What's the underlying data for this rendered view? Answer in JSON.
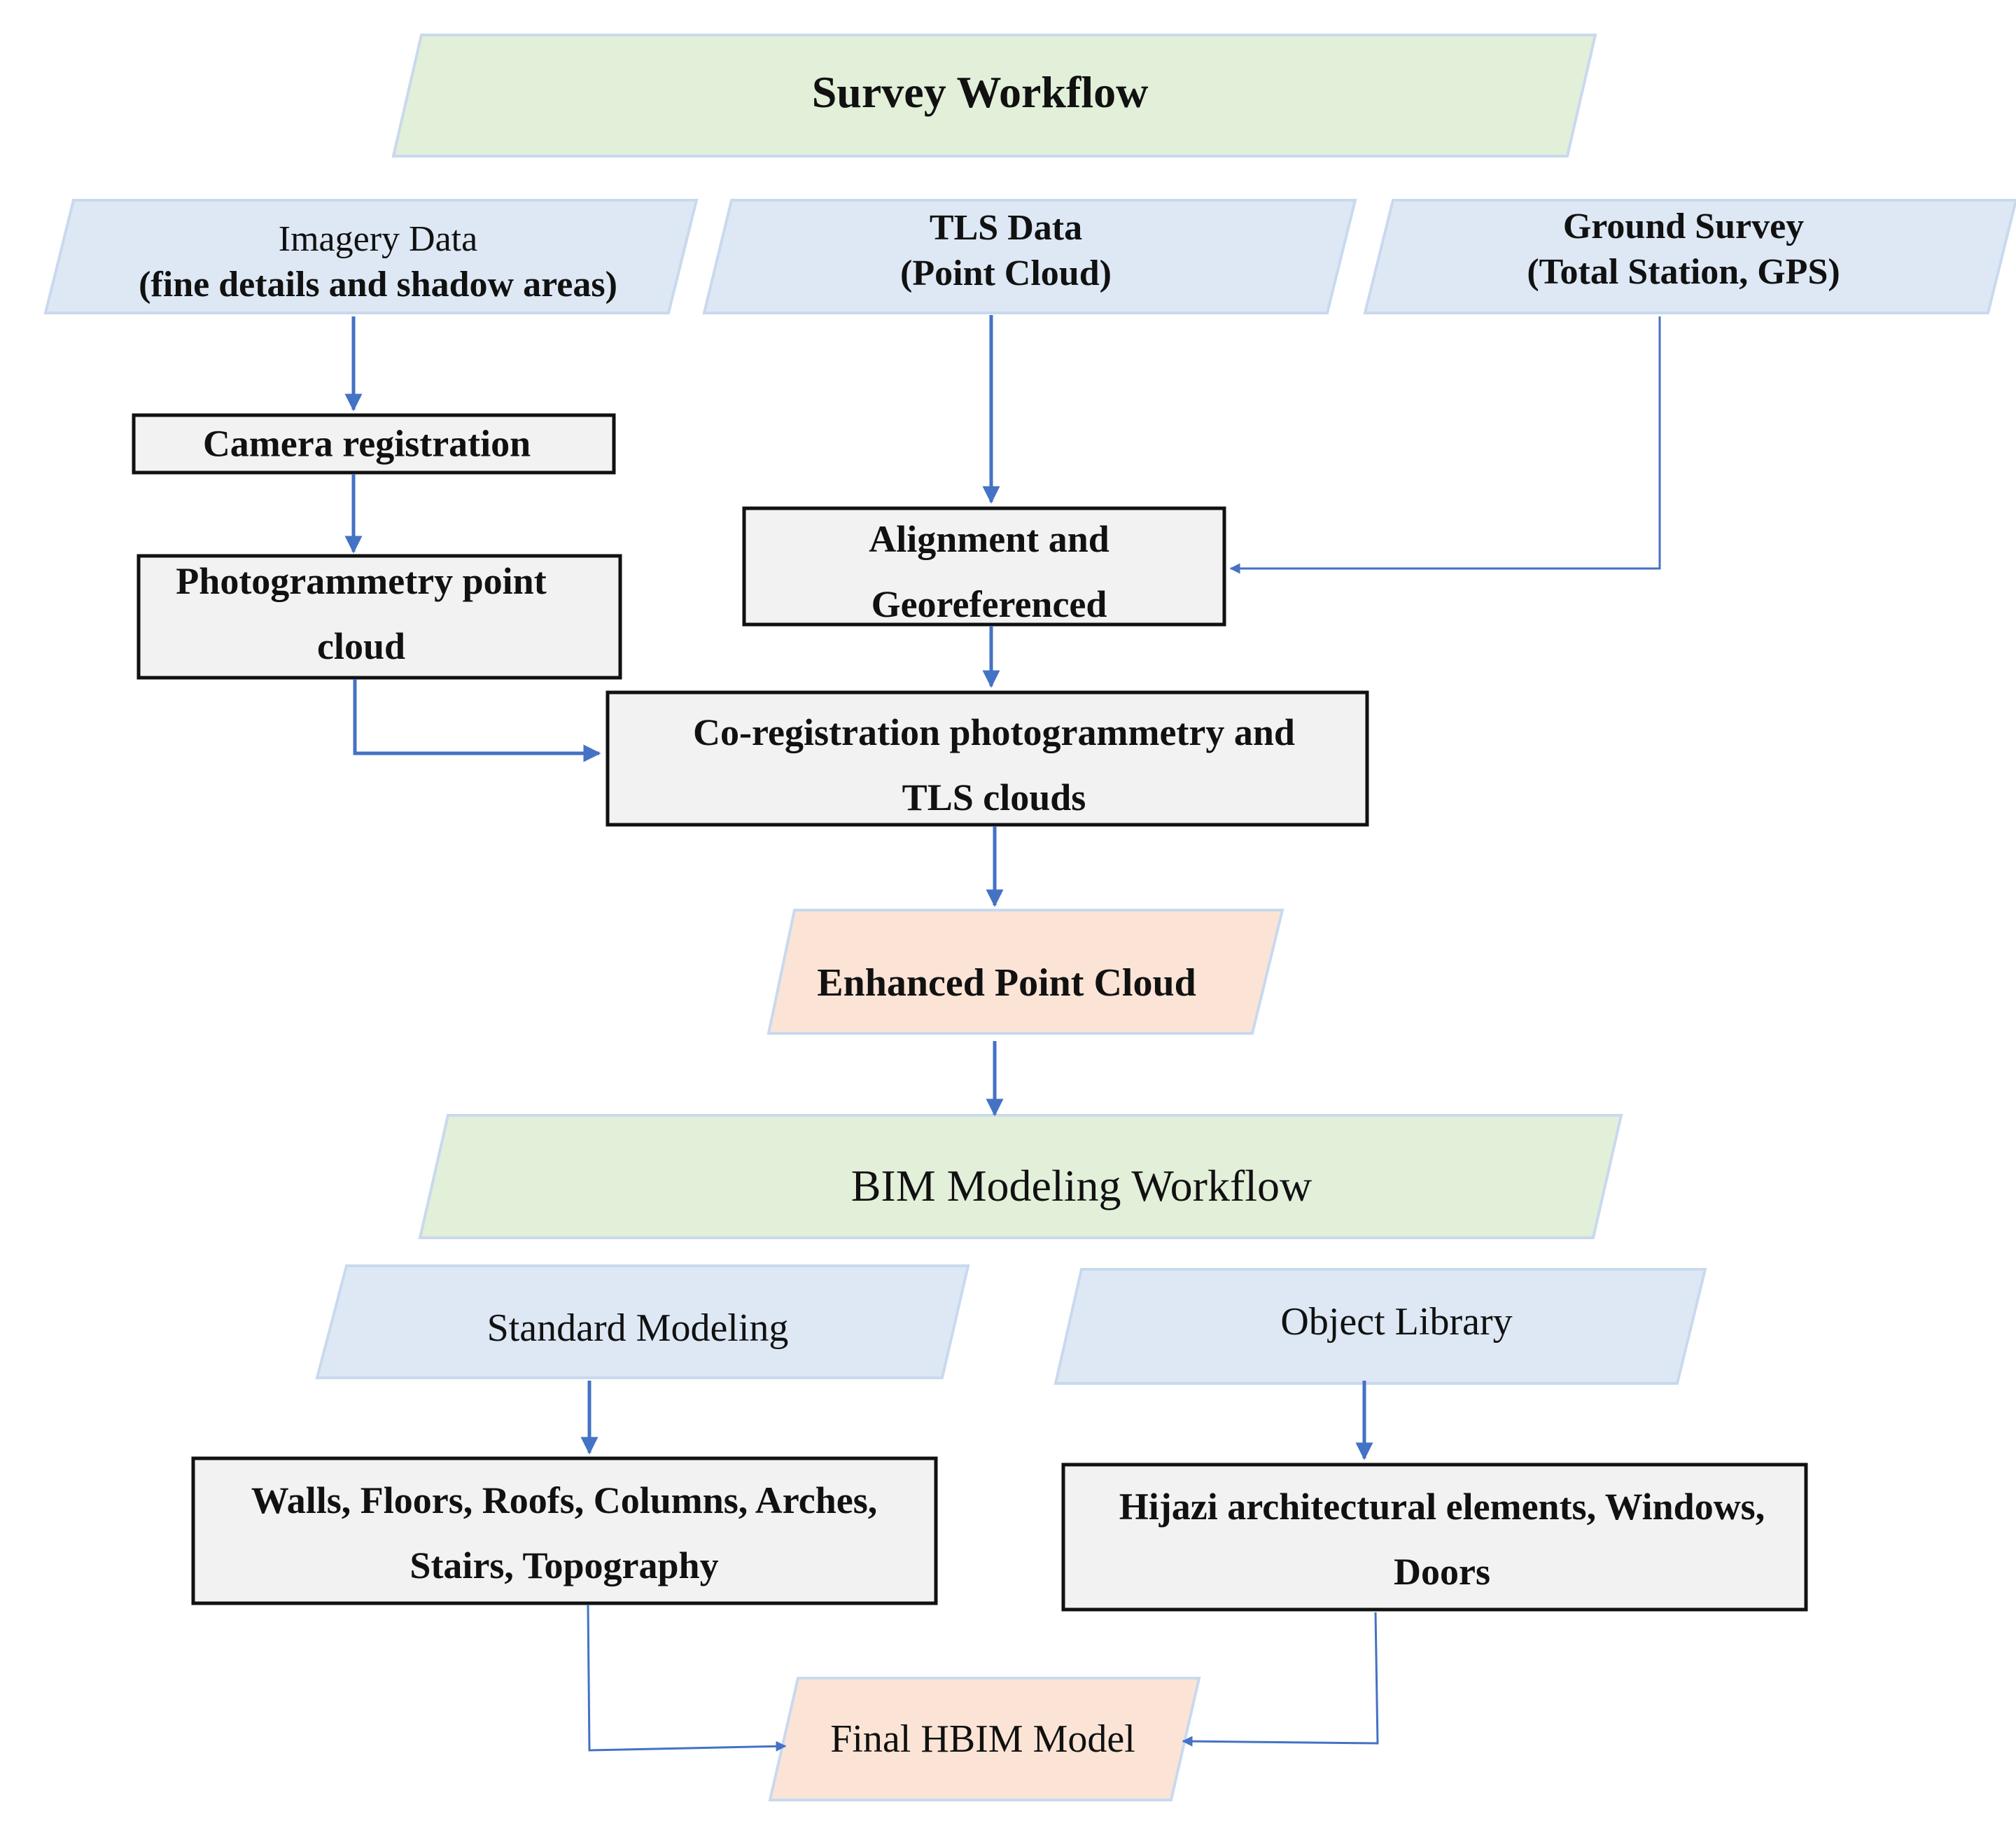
{
  "colors": {
    "green_fill": "#e2efd9",
    "blue_fill": "#dde8f4",
    "orange_fill": "#fbe4d5",
    "box_fill": "#f2f2f2",
    "box_border": "#111111",
    "shape_border": "#c9d9ee",
    "arrow": "#4472c4"
  },
  "survey_header": {
    "label": "Survey Workflow"
  },
  "imagery": {
    "line1": "Imagery Data",
    "line2": "(fine details and shadow areas)"
  },
  "tls": {
    "line1": "TLS Data",
    "line2": "(Point Cloud)"
  },
  "ground": {
    "line1": "Ground Survey",
    "line2": "(Total Station, GPS)"
  },
  "camera_registration": {
    "label": "Camera registration"
  },
  "photogrammetry_cloud": {
    "line1": "Photogrammetry point",
    "line2": "cloud"
  },
  "alignment": {
    "line1": "Alignment and",
    "line2": "Georeferenced"
  },
  "coregistration": {
    "line1": "Co-registration photogrammetry and",
    "line2": "TLS clouds"
  },
  "enhanced_cloud": {
    "label": "Enhanced Point Cloud"
  },
  "bim_header": {
    "label": "BIM Modeling Workflow"
  },
  "standard_modeling": {
    "label": "Standard Modeling"
  },
  "object_library": {
    "label": "Object Library"
  },
  "walls_box": {
    "line1": "Walls, Floors, Roofs, Columns, Arches,",
    "line2": "Stairs, Topography"
  },
  "hijazi_box": {
    "line1": "Hijazi architectural elements, Windows,",
    "line2": "Doors"
  },
  "final_model": {
    "label": "Final HBIM Model"
  }
}
